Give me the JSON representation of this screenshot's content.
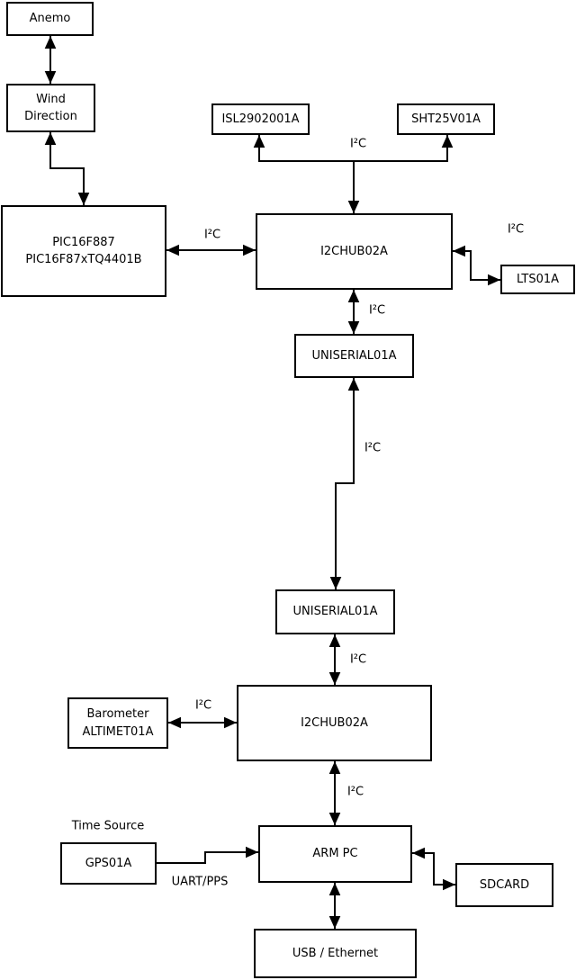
{
  "diagram": {
    "nodes": {
      "anemo": {
        "label": "Anemo"
      },
      "wind_direction": {
        "label": "Wind\nDirection"
      },
      "pic": {
        "label": "PIC16F887\nPIC16F87xTQ4401B"
      },
      "isl": {
        "label": "ISL2902001A"
      },
      "sht": {
        "label": "SHT25V01A"
      },
      "i2chub_1": {
        "label": "I2CHUB02A"
      },
      "lts": {
        "label": "LTS01A"
      },
      "uniserial_1": {
        "label": "UNISERIAL01A"
      },
      "uniserial_2": {
        "label": "UNISERIAL01A"
      },
      "i2chub_2": {
        "label": "I2CHUB02A"
      },
      "barometer": {
        "label": "Barometer\nALTIMET01A"
      },
      "gps": {
        "label": "GPS01A"
      },
      "arm_pc": {
        "label": "ARM PC"
      },
      "sdcard": {
        "label": "SDCARD"
      },
      "usb_ethernet": {
        "label": "USB / Ethernet"
      }
    },
    "edges": [
      {
        "from": "Anemo",
        "to": "Wind Direction",
        "label": "",
        "arrows": "both"
      },
      {
        "from": "Wind Direction",
        "to": "PIC16F887",
        "label": "",
        "arrows": "both"
      },
      {
        "from": "PIC16F887",
        "to": "I2CHUB02A (upper)",
        "label": "I²C",
        "arrows": "both"
      },
      {
        "from": "I2CHUB02A (upper)",
        "to": "ISL2902001A / SHT25V01A",
        "label": "I²C",
        "arrows": "branch"
      },
      {
        "from": "I2CHUB02A (upper)",
        "to": "LTS01A",
        "label": "I²C",
        "arrows": "both"
      },
      {
        "from": "I2CHUB02A (upper)",
        "to": "UNISERIAL01A (upper)",
        "label": "I²C",
        "arrows": "both"
      },
      {
        "from": "UNISERIAL01A (upper)",
        "to": "UNISERIAL01A (lower)",
        "label": "I²C",
        "arrows": "both"
      },
      {
        "from": "UNISERIAL01A (lower)",
        "to": "I2CHUB02A (lower)",
        "label": "I²C",
        "arrows": "both"
      },
      {
        "from": "Barometer ALTIMET01A",
        "to": "I2CHUB02A (lower)",
        "label": "I²C",
        "arrows": "both"
      },
      {
        "from": "I2CHUB02A (lower)",
        "to": "ARM PC",
        "label": "I²C",
        "arrows": "both"
      },
      {
        "from": "GPS01A",
        "to": "ARM PC",
        "label": "UART/PPS",
        "arrows": "forward"
      },
      {
        "from": "ARM PC",
        "to": "SDCARD",
        "label": "",
        "arrows": "both"
      },
      {
        "from": "ARM PC",
        "to": "USB / Ethernet",
        "label": "",
        "arrows": "both"
      }
    ],
    "annotations": {
      "time_source": "Time Source"
    },
    "colors": {
      "line": "#000000",
      "background": "#ffffff"
    }
  }
}
